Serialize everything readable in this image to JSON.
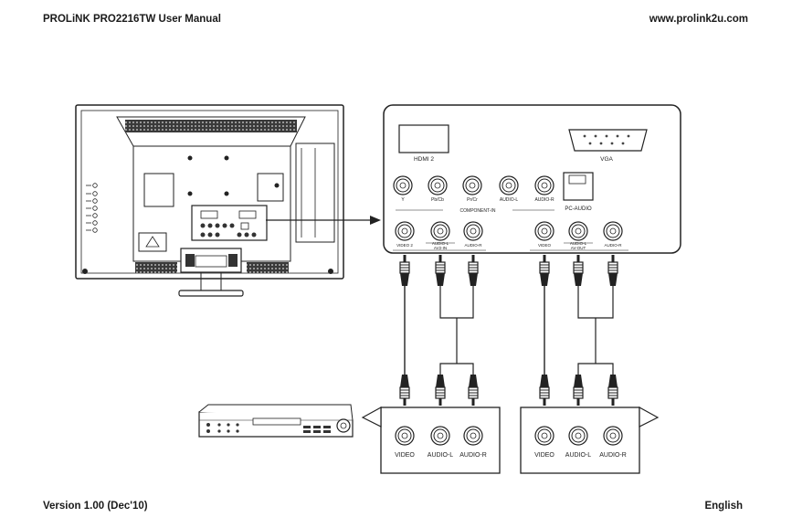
{
  "header": {
    "title": "PROLiNK PRO2216TW User Manual",
    "website": "www.prolink2u.com"
  },
  "footer": {
    "version": "Version 1.00 (Dec'10)",
    "language": "English"
  },
  "panel": {
    "hdmi": "HDMI 2",
    "vga": "VGA",
    "component_jacks": [
      "Y",
      "Pb/Cb",
      "Pr/Cr",
      "AUDIO-L",
      "AUDIO-R"
    ],
    "component_label": "COMPONENT-IN",
    "pc_audio": "PC-AUDIO",
    "av_in_jacks": [
      "VIDEO 2",
      "AUDIO-L",
      "AUDIO-R"
    ],
    "av_in_label": "AV2-IN",
    "av_out_jacks": [
      "VIDEO",
      "AUDIO-L",
      "AUDIO-R"
    ],
    "av_out_label": "AV-OUT"
  },
  "device_left": {
    "labels": [
      "VIDEO",
      "AUDIO-L",
      "AUDIO-R"
    ]
  },
  "device_right": {
    "labels": [
      "VIDEO",
      "AUDIO-L",
      "AUDIO-R"
    ]
  }
}
